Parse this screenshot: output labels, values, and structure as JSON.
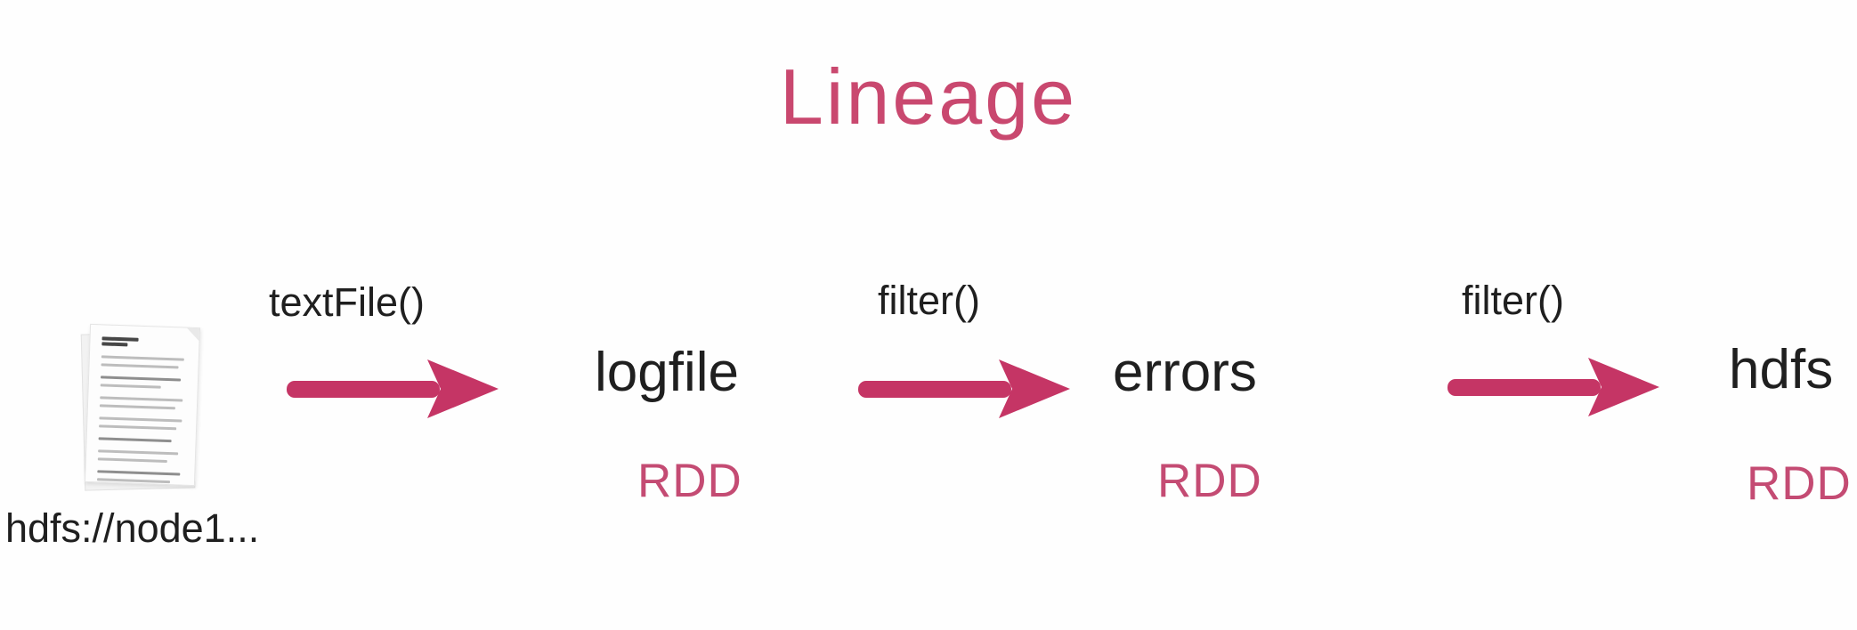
{
  "title": "Lineage",
  "colors": {
    "title": "#c9486f",
    "arrow": "#c53565",
    "rdd_label": "#c44b73",
    "text": "#1f1f1f",
    "background": "#fefefe"
  },
  "source": {
    "icon": "document-icon",
    "label": "hdfs://node1..."
  },
  "stages": [
    {
      "operation": "textFile()",
      "target": "logfile",
      "target_type": "RDD"
    },
    {
      "operation": "filter()",
      "target": "errors",
      "target_type": "RDD"
    },
    {
      "operation": "filter()",
      "target": "hdfs",
      "target_type": "RDD"
    }
  ]
}
